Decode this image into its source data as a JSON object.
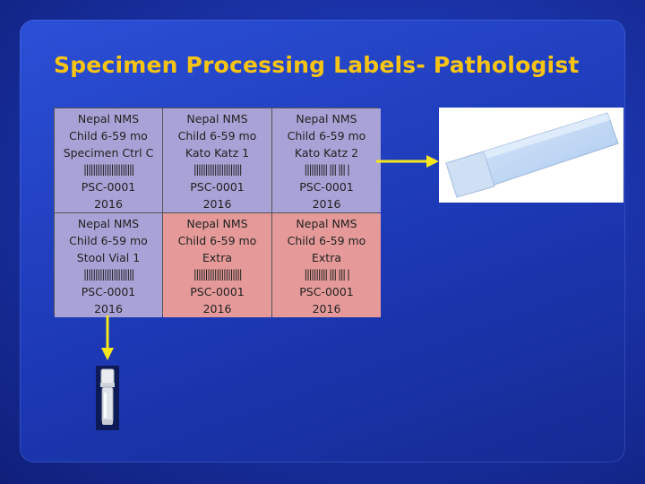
{
  "title": "Specimen Processing Labels- Pathologist",
  "labels": [
    {
      "line1": "Nepal NMS",
      "line2": "Child 6-59 mo",
      "line3": "Specimen Ctrl C",
      "barcode": "||||||||||||||||||||||",
      "id": "PSC-0001",
      "year": "2016",
      "color": "purple"
    },
    {
      "line1": "Nepal NMS",
      "line2": "Child 6-59 mo",
      "line3": "Kato Katz 1",
      "barcode": "|||||||||||||||||||||",
      "id": "PSC-0001",
      "year": "2016",
      "color": "purple"
    },
    {
      "line1": "Nepal NMS",
      "line2": "Child 6-59 mo",
      "line3": "Kato Katz 2",
      "barcode": "|||||||||| ||| ||| |",
      "id": "PSC-0001",
      "year": "2016",
      "color": "purple"
    },
    {
      "line1": "Nepal NMS",
      "line2": "Child 6-59 mo",
      "line3": "Stool Vial 1",
      "barcode": "||||||||||||||||||||||",
      "id": "PSC-0001",
      "year": "2016",
      "color": "purple"
    },
    {
      "line1": "Nepal NMS",
      "line2": "Child 6-59 mo",
      "line3": "Extra",
      "barcode": "|||||||||||||||||||||",
      "id": "PSC-0001",
      "year": "2016",
      "color": "pink"
    },
    {
      "line1": "Nepal NMS",
      "line2": "Child 6-59 mo",
      "line3": "Extra",
      "barcode": "|||||||||| ||| ||| |",
      "id": "PSC-0001",
      "year": "2016",
      "color": "pink"
    }
  ],
  "colors": {
    "title": "#f7c414",
    "arrow": "#f5e61e",
    "purple": "#a9a2d6",
    "pink": "#e59a99"
  },
  "icons": {
    "slide": "microscope-slide-image",
    "vial": "stool-vial-image"
  }
}
